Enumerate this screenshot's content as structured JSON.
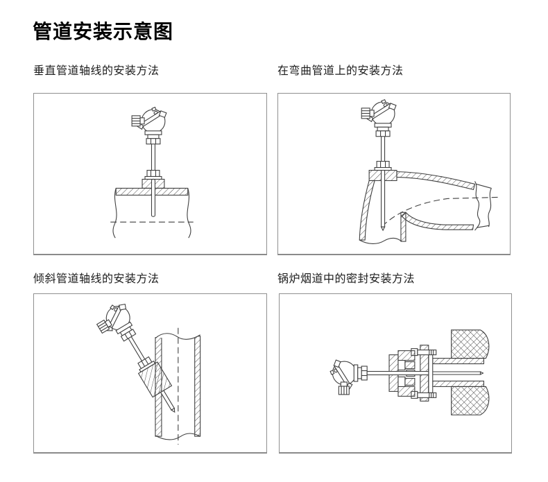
{
  "title": "管道安装示意图",
  "panels": [
    {
      "id": "vertical",
      "caption": "垂直管道轴线的安装方法"
    },
    {
      "id": "curved-pipe",
      "caption": "在弯曲管道上的安装方法"
    },
    {
      "id": "inclined",
      "caption": "倾斜管道轴线的安装方法"
    },
    {
      "id": "boiler-flue",
      "caption": "锅炉烟道中的密封安装方法"
    }
  ],
  "colors": {
    "background": "#ffffff",
    "line": "#3f3f3f",
    "panel_border": "#8f8f8f",
    "title_text": "#000000",
    "caption_text": "#1c1c1c"
  }
}
